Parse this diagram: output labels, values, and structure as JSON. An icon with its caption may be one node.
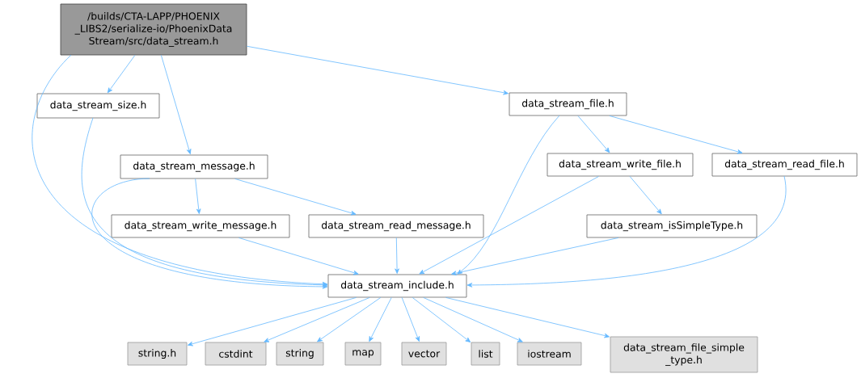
{
  "diagram": {
    "nodes": [
      {
        "text": [
          "/builds/CTA-LAPP/PHOENIX _LIBS2/serialize-io/PhoenixData Stream/src/data_stream.h"
        ]
      },
      {
        "text": [
          "data_stream_size.h"
        ]
      },
      {
        "text": [
          "data_stream_message.h"
        ]
      },
      {
        "text": [
          "data_stream_write_message.h"
        ]
      },
      {
        "text": [
          "data_stream_read_message.h"
        ]
      },
      {
        "text": [
          "data_stream_file.h"
        ]
      },
      {
        "text": [
          "data_stream_write_file.h"
        ]
      },
      {
        "text": [
          "data_stream_read_file.h"
        ]
      },
      {
        "text": [
          "data_stream_isSimpleType.h"
        ]
      },
      {
        "text": [
          "data_stream_include.h"
        ]
      },
      {
        "text": [
          "string.h"
        ]
      },
      {
        "text": [
          "cstdint"
        ]
      },
      {
        "text": [
          "string"
        ]
      },
      {
        "text": [
          "map"
        ]
      },
      {
        "text": [
          "vector"
        ]
      },
      {
        "text": [
          "list"
        ]
      },
      {
        "text": [
          "iostream"
        ]
      },
      {
        "text": [
          "data_stream_file_simple _type.h"
        ]
      }
    ],
    "edges": [
      {
        "from": 0,
        "to": 9,
        "arrow": "to"
      },
      {
        "from": 0,
        "to": 1,
        "arrow": "to"
      },
      {
        "from": 0,
        "to": 2,
        "arrow": "to"
      },
      {
        "from": 0,
        "to": 5,
        "arrow": "to"
      },
      {
        "from": 1,
        "to": 9,
        "arrow": "to"
      },
      {
        "from": 2,
        "to": 9,
        "arrow": "to"
      },
      {
        "from": 2,
        "to": 3,
        "arrow": "to"
      },
      {
        "from": 2,
        "to": 4,
        "arrow": "to"
      },
      {
        "from": 3,
        "to": 9,
        "arrow": "to"
      },
      {
        "from": 4,
        "to": 9,
        "arrow": "to"
      },
      {
        "from": 5,
        "to": 9,
        "arrow": "to"
      },
      {
        "from": 5,
        "to": 6,
        "arrow": "to"
      },
      {
        "from": 5,
        "to": 7,
        "arrow": "to"
      },
      {
        "from": 6,
        "to": 9,
        "arrow": "to"
      },
      {
        "from": 6,
        "to": 8,
        "arrow": "to"
      },
      {
        "from": 7,
        "to": 9,
        "arrow": "to"
      },
      {
        "from": 8,
        "to": 9,
        "arrow": "to"
      },
      {
        "from": 9,
        "to": 10,
        "arrow": "to"
      },
      {
        "from": 9,
        "to": 11,
        "arrow": "to"
      },
      {
        "from": 9,
        "to": 12,
        "arrow": "to"
      },
      {
        "from": 9,
        "to": 13,
        "arrow": "to"
      },
      {
        "from": 9,
        "to": 14,
        "arrow": "to"
      },
      {
        "from": 9,
        "to": 15,
        "arrow": "to"
      },
      {
        "from": 9,
        "to": 16,
        "arrow": "to"
      },
      {
        "from": 9,
        "to": 17,
        "arrow": "to"
      }
    ]
  }
}
